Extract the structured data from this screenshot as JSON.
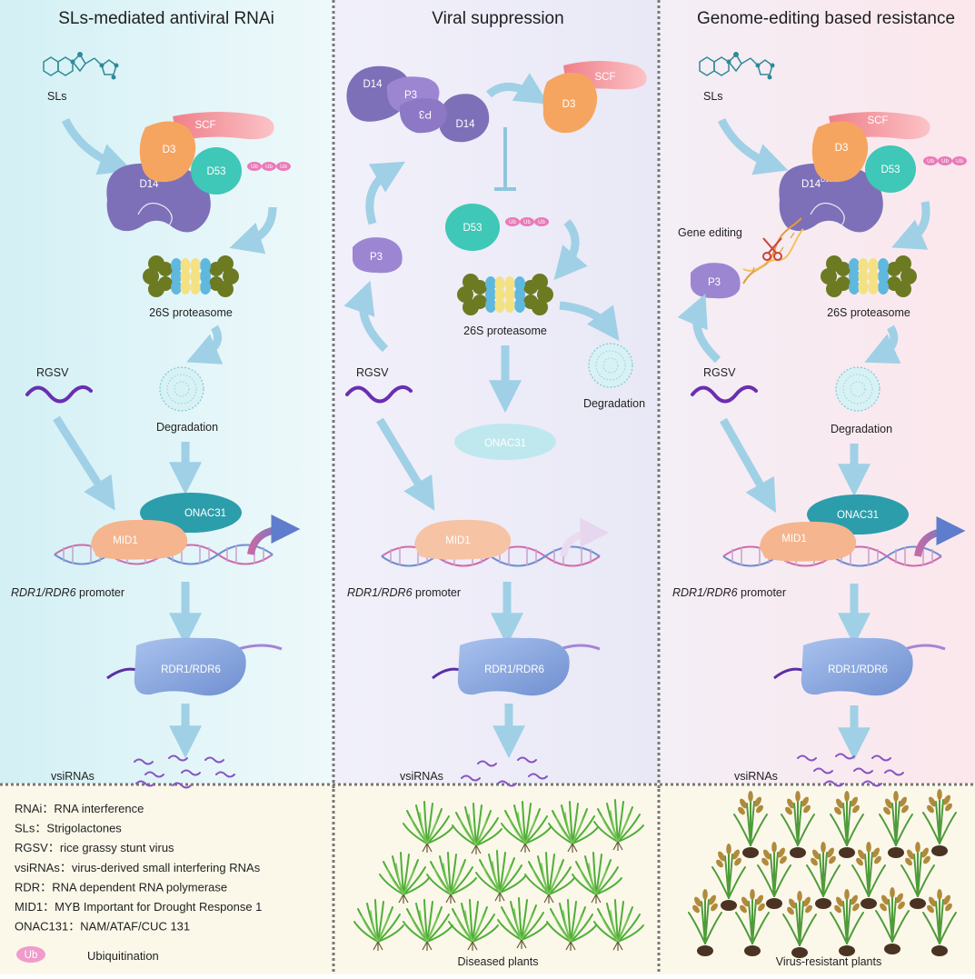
{
  "panels": [
    {
      "title": "SLs-mediated antiviral RNAi"
    },
    {
      "title": "Viral suppression"
    },
    {
      "title": "Genome-editing based resistance"
    }
  ],
  "labels": {
    "sls": "SLs",
    "scf": "SCF",
    "d3": "D3",
    "d14": "D14",
    "d14_mut_sup": "D102N",
    "d53": "D53",
    "p3": "P3",
    "ub": "Ub",
    "proteasome": "26S proteasome",
    "degradation": "Degradation",
    "rgsv": "RGSV",
    "onac31": "ONAC31",
    "mid1": "MID1",
    "promoter_gene": "RDR1/RDR6",
    "promoter_word": " promoter",
    "rdr": "RDR1/RDR6",
    "vsirnas": "vsiRNAs",
    "gene_editing": "Gene editing",
    "diseased": "Diseased plants",
    "resistant": "Virus-resistant plants"
  },
  "legend": [
    {
      "abbr": "RNAi",
      "def": "RNA interference"
    },
    {
      "abbr": "SLs",
      "def": "Strigolactones"
    },
    {
      "abbr": "RGSV",
      "def": "rice grassy stunt virus"
    },
    {
      "abbr": "vsiRNAs",
      "def": "virus-derived small interfering RNAs"
    },
    {
      "abbr": "RDR",
      "def": "RNA dependent RNA polymerase"
    },
    {
      "abbr": "MID1",
      "def": "MYB Important for Drought Response 1"
    },
    {
      "abbr": "ONAC131",
      "def": "NAM/ATAF/CUC 131"
    }
  ],
  "legend_sep": "：",
  "ubiquitination": "Ubiquitination",
  "colors": {
    "panel1_bg": "#dff3f6",
    "panel2_bg": "#ecebf7",
    "panel3_bg": "#f8e8ee",
    "bottom_bg": "#fbf8e9",
    "d14": "#7d70b8",
    "d3": "#f5a560",
    "scf": "#ef8f95",
    "d53": "#3fc7b7",
    "ub": "#ea6fb3",
    "onac31": "#2c9dab",
    "mid1": "#f5b58f",
    "rdr": "#7b9fd8",
    "virus": "#6a2fb0",
    "arrow": "#9fd0e6",
    "output_arrow": "#6c84c4"
  }
}
